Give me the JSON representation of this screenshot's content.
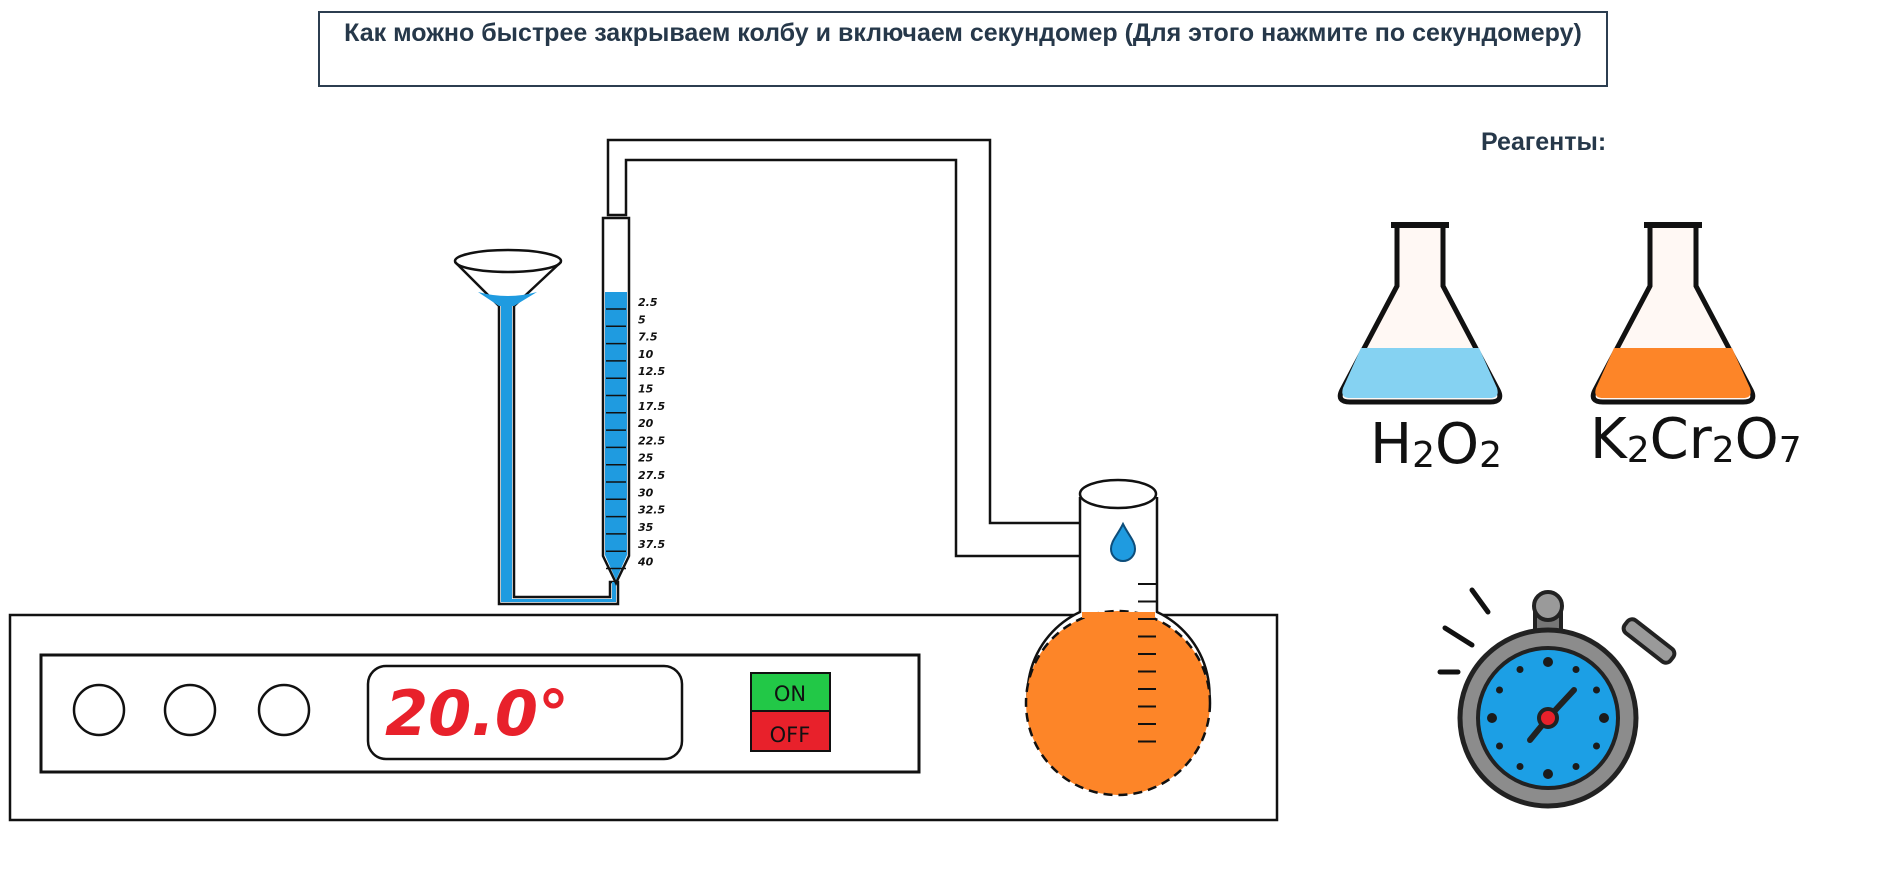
{
  "instruction": "Как можно быстрее закрываем колбу и включаем секундомер (Для этого нажмите по секундомеру)",
  "reagents_title": "Реагенты:",
  "reagents": [
    {
      "name": "H2O2",
      "formula": "H",
      "sub1": "2",
      "mid": "O",
      "sub2": "2",
      "liquid_color": "#85d2f2"
    },
    {
      "name": "K2Cr2O7",
      "formula": "K",
      "sub1": "2",
      "mid": "Cr",
      "sub2": "2",
      "end": "O",
      "sub3": "7",
      "liquid_color": "#fd8528"
    }
  ],
  "heater": {
    "temperature": "20.0°",
    "on_label": "ON",
    "off_label": "OFF",
    "on_color": "#22c847",
    "off_color": "#e8212b"
  },
  "burette": {
    "scale": [
      "2.5",
      "5",
      "7.5",
      "10",
      "12.5",
      "15",
      "17.5",
      "20",
      "22.5",
      "25",
      "27.5",
      "30",
      "32.5",
      "35",
      "37.5",
      "40"
    ],
    "liquid_color": "#1f9be0"
  },
  "reaction_flask": {
    "liquid_color": "#fd8528"
  },
  "stopwatch": {
    "face_color": "#1c9fe5"
  },
  "icons": [
    "funnel-icon",
    "water-drop-icon",
    "stopwatch-icon",
    "flask-icon"
  ]
}
